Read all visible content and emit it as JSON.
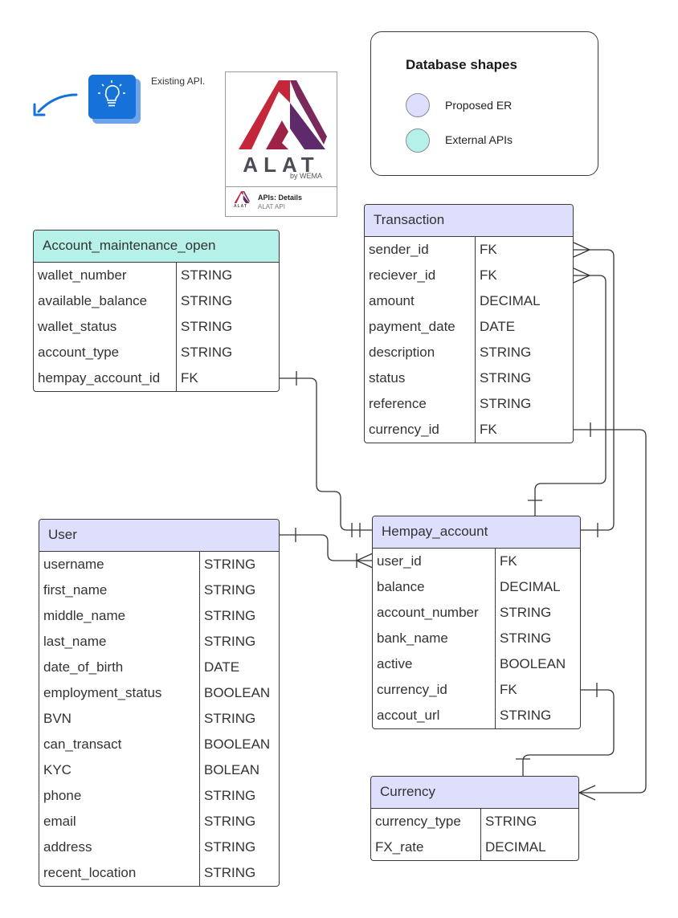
{
  "legend": {
    "title": "Database shapes",
    "items": [
      {
        "label": "Proposed ER",
        "color": "#dedefd"
      },
      {
        "label": "External APIs",
        "color": "#b6f1e9"
      }
    ]
  },
  "existing_api": {
    "label": "Existing API."
  },
  "alat": {
    "wordmark": "ALAT",
    "byline": "by WEMA",
    "card_title": "APIs: Details",
    "card_subtitle": "ALAT API",
    "brand_colors": [
      "#c4263a",
      "#5e2a6b"
    ]
  },
  "tables": {
    "account_maintenance_open": {
      "title": "Account_maintenance_open",
      "rows": [
        [
          "wallet_number",
          "STRING"
        ],
        [
          "available_balance",
          "STRING"
        ],
        [
          "wallet_status",
          "STRING"
        ],
        [
          "account_type",
          "STRING"
        ],
        [
          "hempay_account_id",
          "FK"
        ]
      ]
    },
    "transaction": {
      "title": "Transaction",
      "rows": [
        [
          "sender_id",
          "FK"
        ],
        [
          "reciever_id",
          "FK"
        ],
        [
          "amount",
          "DECIMAL"
        ],
        [
          "payment_date",
          "DATE"
        ],
        [
          "description",
          "STRING"
        ],
        [
          "status",
          "STRING"
        ],
        [
          "reference",
          "STRING"
        ],
        [
          "currency_id",
          "FK"
        ]
      ]
    },
    "user": {
      "title": "User",
      "rows": [
        [
          "username",
          "STRING"
        ],
        [
          "first_name",
          "STRING"
        ],
        [
          "middle_name",
          "STRING"
        ],
        [
          "last_name",
          "STRING"
        ],
        [
          "date_of_birth",
          "DATE"
        ],
        [
          "employment_status",
          "BOOLEAN"
        ],
        [
          "BVN",
          "STRING"
        ],
        [
          "can_transact",
          "BOOLEAN"
        ],
        [
          "KYC",
          "BOLEAN"
        ],
        [
          "phone",
          "STRING"
        ],
        [
          "email",
          "STRING"
        ],
        [
          "address",
          "STRING"
        ],
        [
          "recent_location",
          "STRING"
        ]
      ]
    },
    "hempay_account": {
      "title": "Hempay_account",
      "rows": [
        [
          "user_id",
          "FK"
        ],
        [
          "balance",
          "DECIMAL"
        ],
        [
          "account_number",
          "STRING"
        ],
        [
          "bank_name",
          "STRING"
        ],
        [
          "active",
          "BOOLEAN"
        ],
        [
          "currency_id",
          "FK"
        ],
        [
          "accout_url",
          "STRING"
        ]
      ]
    },
    "currency": {
      "title": "Currency",
      "rows": [
        [
          "currency_type",
          "STRING"
        ],
        [
          "FX_rate",
          "DECIMAL"
        ]
      ]
    }
  }
}
